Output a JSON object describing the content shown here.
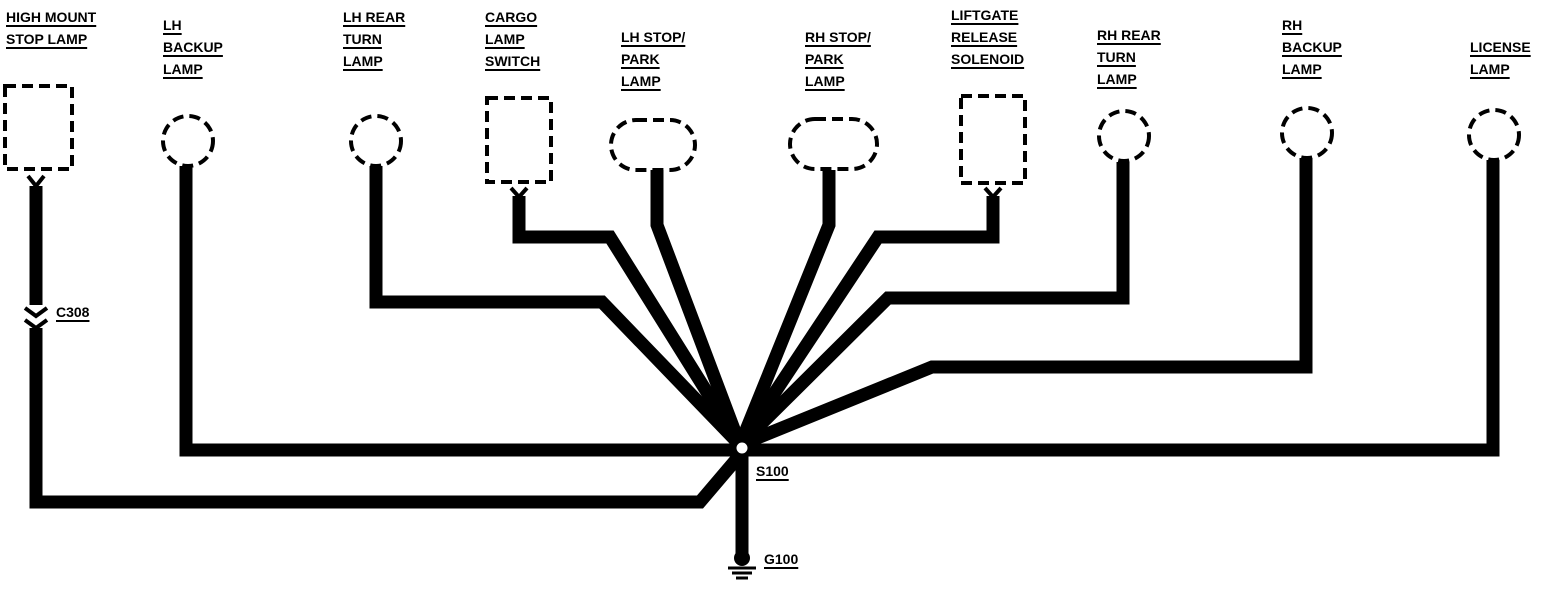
{
  "components": [
    {
      "id": "high-mount-stop-lamp",
      "label_lines": [
        "HIGH MOUNT",
        "STOP LAMP"
      ],
      "shape": "rect"
    },
    {
      "id": "lh-backup-lamp",
      "label_lines": [
        "LH",
        "BACKUP",
        "LAMP"
      ],
      "shape": "circle"
    },
    {
      "id": "lh-rear-turn-lamp",
      "label_lines": [
        "LH REAR",
        "TURN",
        "LAMP"
      ],
      "shape": "circle"
    },
    {
      "id": "cargo-lamp-switch",
      "label_lines": [
        "CARGO",
        "LAMP",
        "SWITCH"
      ],
      "shape": "rect"
    },
    {
      "id": "lh-stop-park-lamp",
      "label_lines": [
        "LH STOP/",
        "PARK",
        "LAMP"
      ],
      "shape": "oval"
    },
    {
      "id": "rh-stop-park-lamp",
      "label_lines": [
        "RH STOP/",
        "PARK",
        "LAMP"
      ],
      "shape": "oval"
    },
    {
      "id": "liftgate-release-solenoid",
      "label_lines": [
        "LIFTGATE",
        "RELEASE",
        "SOLENOID"
      ],
      "shape": "rect"
    },
    {
      "id": "rh-rear-turn-lamp",
      "label_lines": [
        "RH REAR",
        "TURN",
        "LAMP"
      ],
      "shape": "circle"
    },
    {
      "id": "rh-backup-lamp",
      "label_lines": [
        "RH",
        "BACKUP",
        "LAMP"
      ],
      "shape": "circle"
    },
    {
      "id": "license-lamp",
      "label_lines": [
        "LICENSE",
        "LAMP"
      ],
      "shape": "circle"
    }
  ],
  "connector": {
    "label": "C308"
  },
  "splice": {
    "label": "S100"
  },
  "ground": {
    "label": "G100"
  },
  "colors": {
    "wire": "#000000",
    "background": "#ffffff"
  }
}
